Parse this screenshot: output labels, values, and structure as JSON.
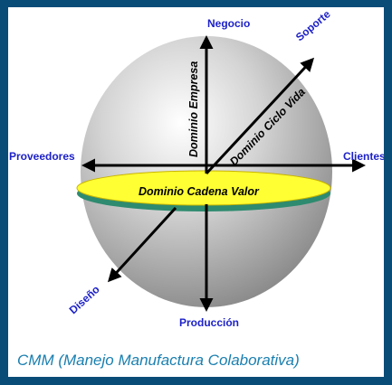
{
  "axes": {
    "top": "Negocio",
    "left": "Proveedores",
    "right": "Clientes",
    "bottom": "Producción",
    "upper_diagonal": "Soporte",
    "lower_diagonal": "Diseño"
  },
  "domains": {
    "vertical": "Dominio Empresa",
    "diagonal": "Dominio Ciclo Vida",
    "horizontal": "Dominio Cadena Valor"
  },
  "caption": "CMM (Manejo Manufactura Colaborativa)",
  "colors": {
    "frame": "#0a4c78",
    "sphere": "#c0c0c0",
    "disc": "#ffff33",
    "disc_rim": "#2e8b6f",
    "axis_label": "#1e22c8",
    "caption": "#1a7fb0"
  }
}
